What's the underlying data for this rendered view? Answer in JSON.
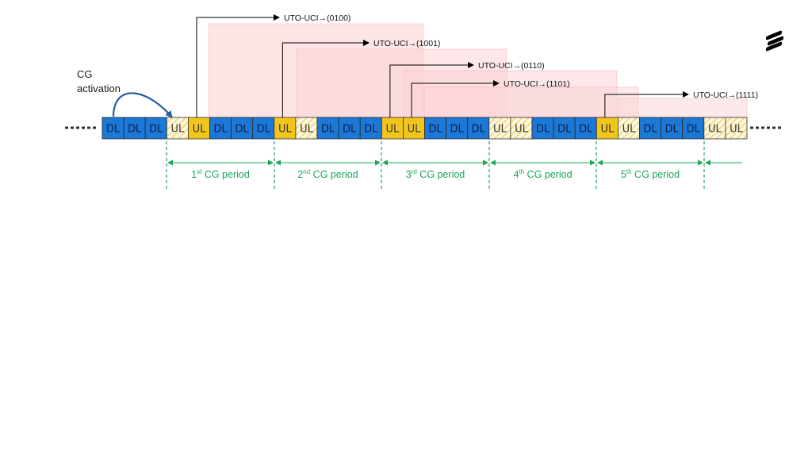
{
  "activation": {
    "line1": "CG",
    "line2": "activation"
  },
  "slots": [
    "DL",
    "DL",
    "DL",
    "UL",
    "UL",
    "DL",
    "DL",
    "DL",
    "UL",
    "UL",
    "DL",
    "DL",
    "DL",
    "UL",
    "UL",
    "DL",
    "DL",
    "DL",
    "UL",
    "UL",
    "DL",
    "DL",
    "DL",
    "UL",
    "UL",
    "DL",
    "DL",
    "DL",
    "UL",
    "UL"
  ],
  "slot_fill": [
    "dl",
    "dl",
    "dl",
    "hatch",
    "ul",
    "dl",
    "dl",
    "dl",
    "ul",
    "hatch",
    "dl",
    "dl",
    "dl",
    "ul",
    "ul",
    "dl",
    "dl",
    "dl",
    "hatch",
    "hatch",
    "dl",
    "dl",
    "dl",
    "ul",
    "hatch",
    "dl",
    "dl",
    "dl",
    "hatch",
    "hatch"
  ],
  "uci_labels": [
    {
      "text": "UTO-UCI→(0100)",
      "slot": 4
    },
    {
      "text": "UTO-UCI→(1001)",
      "slot": 8
    },
    {
      "text": "UTO-UCI→(0110)",
      "slot": 13
    },
    {
      "text": "UTO-UCI→(1101)",
      "slot": 14
    },
    {
      "text": "UTO-UCI→(1111)",
      "slot": 23
    }
  ],
  "periods": [
    {
      "ord": "1",
      "sup": "st",
      "label": " CG period"
    },
    {
      "ord": "2",
      "sup": "nd",
      "label": " CG period"
    },
    {
      "ord": "3",
      "sup": "rd",
      "label": " CG period"
    },
    {
      "ord": "4",
      "sup": "th",
      "label": " CG period"
    },
    {
      "ord": "5",
      "sup": "th",
      "label": " CG period"
    }
  ],
  "colors": {
    "dl": "#1b78d6",
    "ul": "#f2c51c",
    "hatch": "#fdf6dc",
    "period": "#1aa659",
    "shade": "#fbd4d6",
    "activation_arrow": "#1e5fa0"
  }
}
